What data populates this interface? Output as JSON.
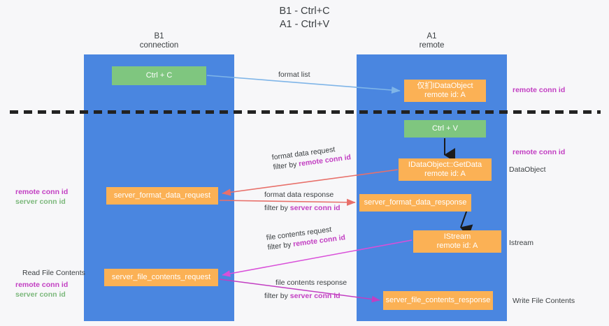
{
  "title": {
    "line1": "B1 - Ctrl+C",
    "line2": "A1 - Ctrl+V"
  },
  "lanes": [
    {
      "id": "b1",
      "name": "B1",
      "role": "connection",
      "color": "#4a86e0"
    },
    {
      "id": "a1",
      "name": "A1",
      "role": "remote",
      "color": "#4a86e0"
    }
  ],
  "nodes": {
    "ctrl_c": {
      "label": "Ctrl + C",
      "color": "#7fc67f"
    },
    "idataobject": {
      "line1": "仅扪IDataObject",
      "line2": "remote id: A",
      "color": "#fbb155"
    },
    "ctrl_v": {
      "label": "Ctrl + V",
      "color": "#7fc67f"
    },
    "getdata": {
      "line1": "IDataObject::GetData",
      "line2": "remote id: A",
      "color": "#fbb155"
    },
    "server_format_data_request": {
      "label": "server_format_data_request",
      "color": "#fbb155"
    },
    "server_format_data_response": {
      "label": "server_format_data_response",
      "color": "#fbb155"
    },
    "istream": {
      "line1": "IStream",
      "line2": "remote id: A",
      "color": "#fbb155"
    },
    "server_file_contents_request": {
      "label": "server_file_contents_request",
      "color": "#fbb155"
    },
    "server_file_contents_response": {
      "label": "server_file_contents_response",
      "color": "#fbb155"
    }
  },
  "edges": {
    "format_list": {
      "line1": "format list",
      "color": "#7fb5e8"
    },
    "format_data_request": {
      "line1": "format data request",
      "prefix": "filter by ",
      "key": "remote conn id",
      "color": "#e8706a"
    },
    "format_data_response": {
      "line1": "format data response",
      "prefix": "filter by ",
      "key": "server conn id",
      "color": "#e8706a"
    },
    "file_contents_request": {
      "line1": "file contents request",
      "prefix": "filter by ",
      "key": "remote conn id",
      "color": "#d94fd9"
    },
    "file_contents_response": {
      "line1": "file contents response",
      "prefix": "filter by ",
      "key": "server conn id",
      "color": "#c23ec2"
    }
  },
  "annotations": {
    "right_top_remote": "remote conn id",
    "right_mid_remote": "remote conn id",
    "right_dataobject": "DataObject",
    "right_istream": "Istream",
    "right_write_file": "Write File Contents",
    "left_remote_conn": "remote conn id",
    "left_server_conn": "server conn id",
    "left_read_file": "Read File Contents",
    "left_remote_conn2": "remote conn id",
    "left_server_conn2": "server conn id"
  },
  "colors": {
    "lane": "#4a86e0",
    "green_node": "#7fc67f",
    "orange_node": "#fbb155",
    "magenta_key": "#c23ec2",
    "green_key": "#7cb87c",
    "arrow_blue": "#7fb5e8",
    "arrow_red": "#e8706a",
    "arrow_magenta": "#d94fd9",
    "arrow_black": "#222222",
    "text": "#3c4043",
    "background": "#f7f7f9"
  }
}
